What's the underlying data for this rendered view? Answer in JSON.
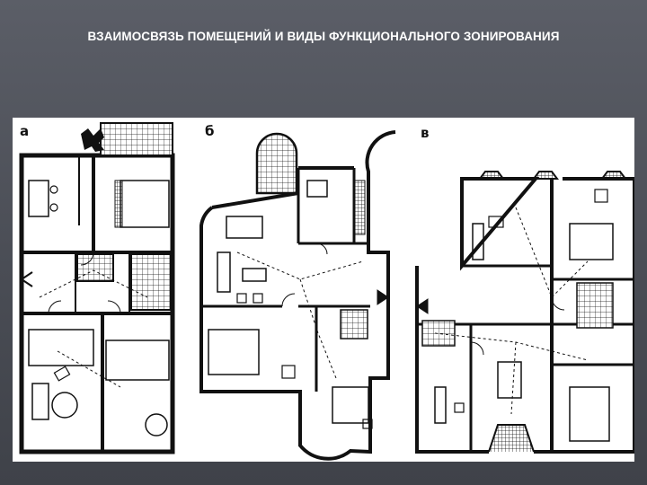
{
  "title": "ВЗАИМОСВЯЗЬ ПОМЕЩЕНИЙ И ВИДЫ ФУНКЦИОНАЛЬНОГО ЗОНИРОВАНИЯ",
  "plans": [
    {
      "label": "а"
    },
    {
      "label": "б"
    },
    {
      "label": "в"
    }
  ],
  "colors": {
    "background": "#50535b",
    "title": "#ffffff",
    "drawing": "#111111",
    "paper": "#ffffff"
  }
}
